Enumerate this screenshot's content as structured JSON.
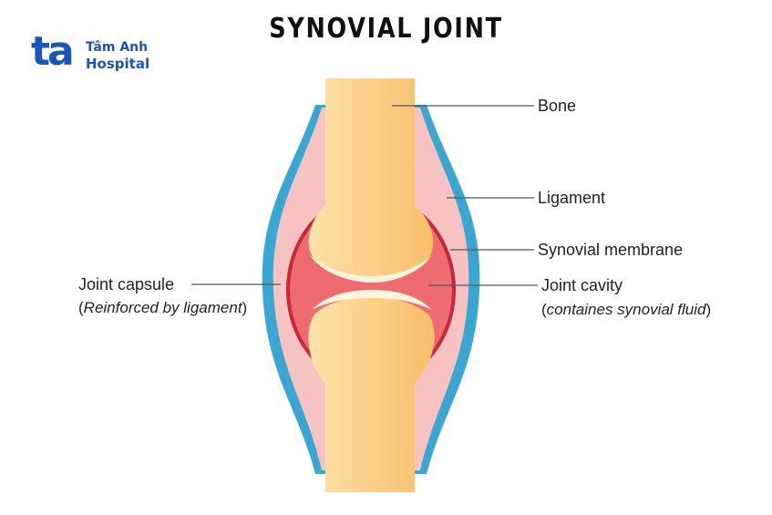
{
  "title": "SYNOVIAL JOINT",
  "logo": {
    "mark": "ta",
    "name": "Tâm Anh",
    "sub": "Hospital"
  },
  "labels": {
    "bone": "Bone",
    "ligament": "Ligament",
    "synovial_membrane": "Synovial membrane",
    "joint_cavity": "Joint cavity",
    "joint_cavity_note": "containes synovial fluid",
    "joint_capsule": "Joint capsule",
    "joint_capsule_note": "Reinforced by ligament"
  },
  "colors": {
    "ligament": "#3aa7d2",
    "capsule": "#f6c2c2",
    "membrane": "#c9283a",
    "cavity": "#ef6b72",
    "bone": "#fcd08a",
    "cartilage": "#fff4dc",
    "brand": "#1b55b5"
  }
}
